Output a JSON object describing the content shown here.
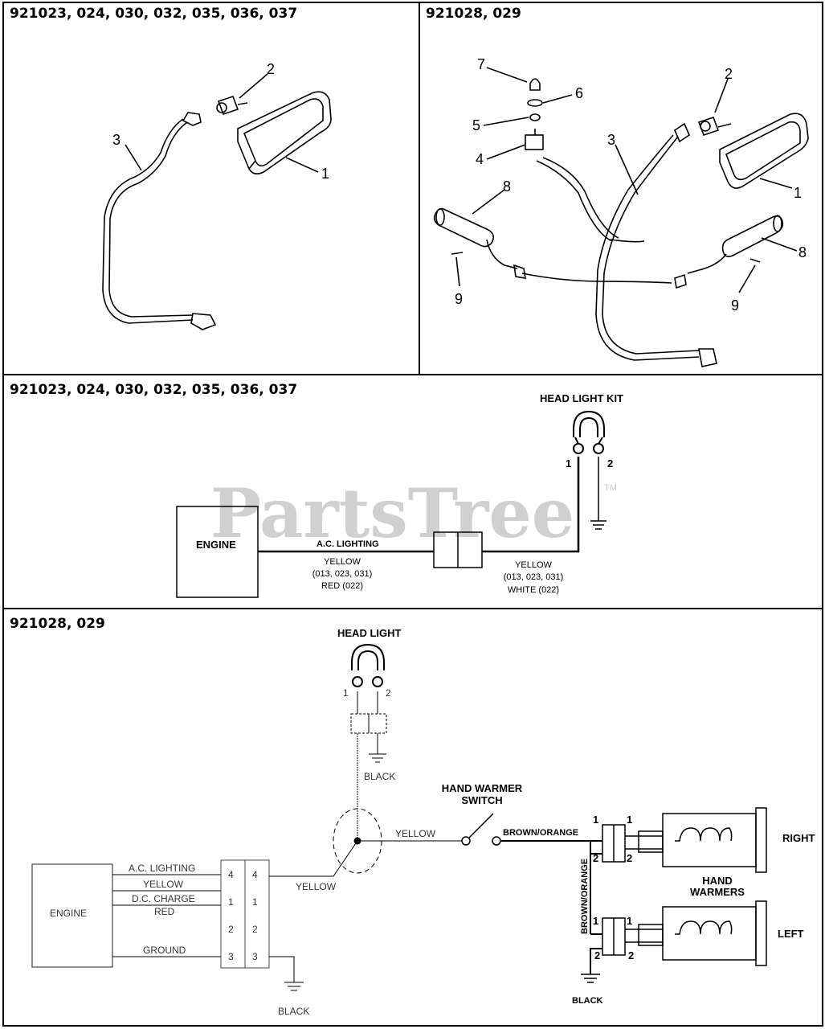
{
  "panels": {
    "top_left_header": "921023, 024, 030, 032, 035, 036, 037",
    "top_right_header": "921028, 029",
    "middle_header": "921023, 024, 030, 032, 035, 036, 037",
    "bottom_header": "921028, 029"
  },
  "watermark": {
    "text": "PartsTree",
    "mark": "TM"
  },
  "callouts_left": [
    "1",
    "2",
    "3"
  ],
  "callouts_right": [
    "1",
    "2",
    "3",
    "4",
    "5",
    "6",
    "7",
    "8",
    "8",
    "9",
    "9"
  ],
  "middle_diagram": {
    "kit_title": "HEAD LIGHT KIT",
    "engine": "ENGINE",
    "ac_lighting": "A.C. LIGHTING",
    "wire_left": [
      "YELLOW",
      "(013, 023, 031)",
      "RED (022)"
    ],
    "wire_right": [
      "YELLOW",
      "(013, 023, 031)",
      "WHITE (022)"
    ],
    "pin1": "1",
    "pin2": "2"
  },
  "bottom_diagram": {
    "head_light": "HEAD LIGHT",
    "black_top": "BLACK",
    "yellow_center": "YELLOW",
    "switch_title_1": "HAND WARMER",
    "switch_title_2": "SWITCH",
    "brown_orange_h": "BROWN/ORANGE",
    "brown_orange_v": "BROWN/ORANGE",
    "right": "RIGHT",
    "left": "LEFT",
    "hand_warmers_1": "HAND",
    "hand_warmers_2": "WARMERS",
    "engine": "ENGINE",
    "ac_lighting": "A.C. LIGHTING",
    "yellow_1": "YELLOW",
    "dc_charge": "D.C. CHARGE",
    "red": "RED",
    "ground": "GROUND",
    "yellow_out": "YELLOW",
    "black_bottom": "BLACK",
    "black_right": "BLACK",
    "connector_pins": [
      "4",
      "1",
      "2",
      "3"
    ],
    "pin1": "1",
    "pin2": "2"
  }
}
